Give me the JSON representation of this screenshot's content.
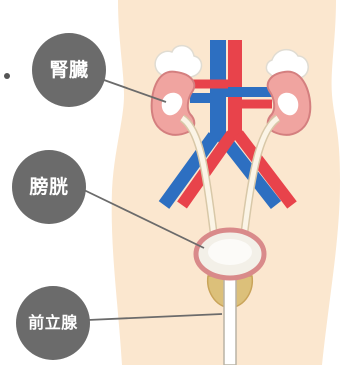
{
  "labels": {
    "kidney": "腎臓",
    "bladder": "膀胱",
    "prostate": "前立腺"
  },
  "colors": {
    "label_background": "#6b6b6b",
    "label_text": "#ffffff",
    "body_skin": "#fbe7cf",
    "kidney_fill": "#f0a4a0",
    "kidney_outline": "#d47f7f",
    "artery": "#e8434b",
    "vein": "#2d6fc1",
    "ureter": "#fbf4e6",
    "adrenal_gland": "#ffffff",
    "bladder_fill": "#f3f0e8",
    "bladder_outline": "#d98a8a",
    "prostate_fill": "#dcc07a",
    "leader_line": "#6b6b6b"
  }
}
